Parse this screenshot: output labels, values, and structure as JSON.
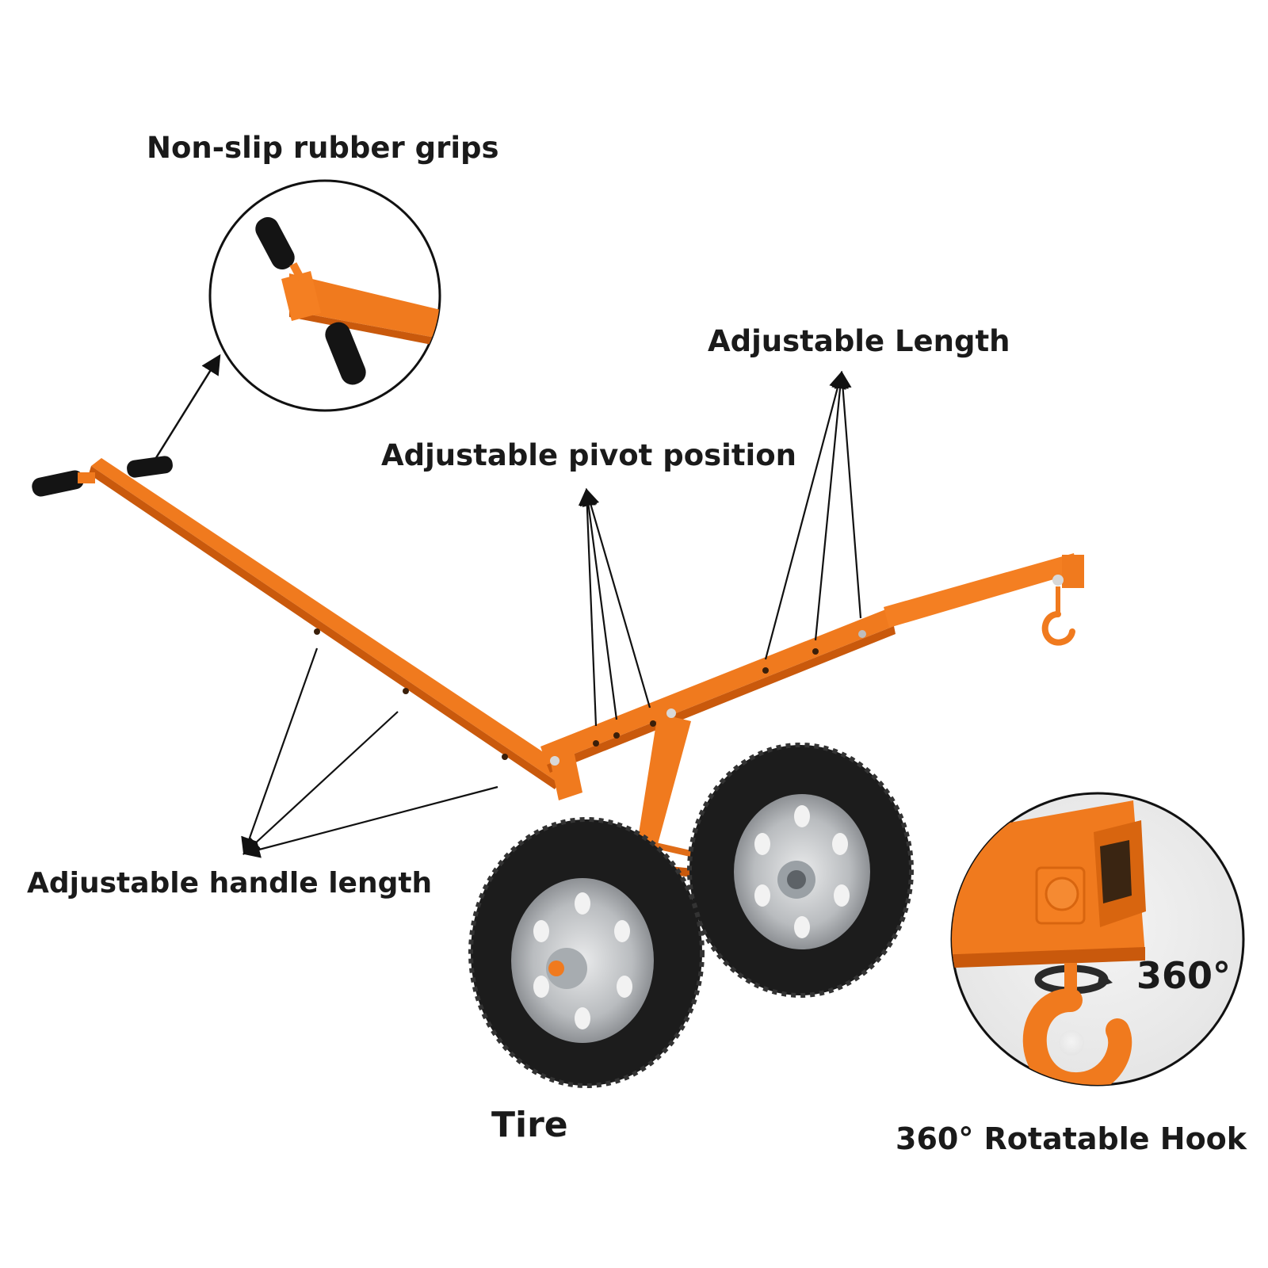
{
  "labels": {
    "grips": "Non-slip rubber grips",
    "length": "Adjustable Length",
    "pivot": "Adjustable pivot position",
    "handle": "Adjustable handle length",
    "tire": "Tire",
    "hook": "360° Rotatable Hook",
    "degrees": "360°"
  },
  "colors": {
    "frame": "#f07a1e",
    "frame_shadow": "#c9590c",
    "tire": "#1c1c1c",
    "rim": "#c2c4c6",
    "grip": "#141414",
    "text": "#1a1a1a",
    "line": "#111111"
  },
  "icons": [
    "rotate-arrow-icon",
    "hook-icon",
    "tire-icon",
    "grip-icon"
  ]
}
